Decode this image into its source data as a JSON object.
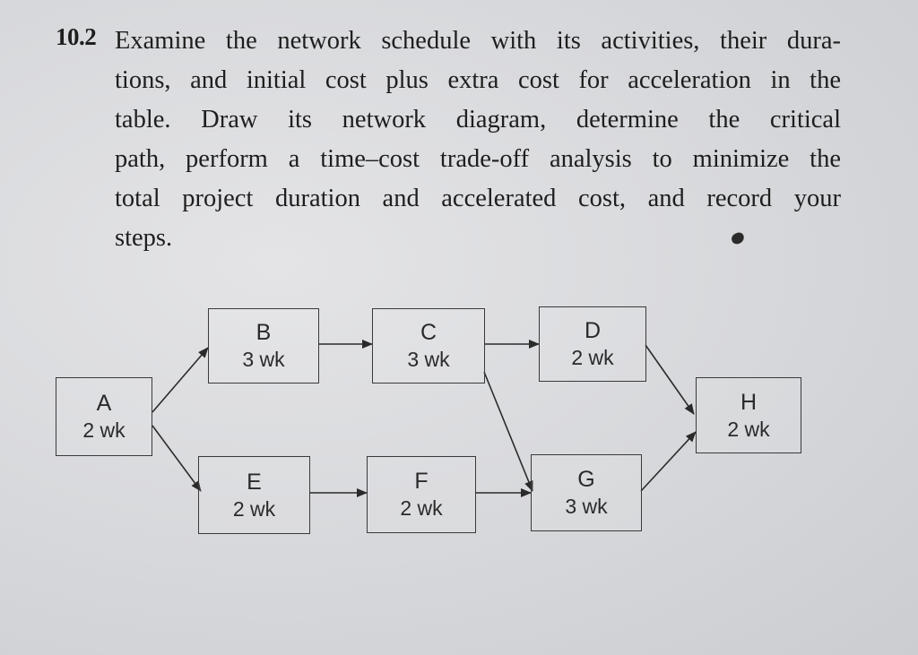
{
  "problem": {
    "number": "10.2",
    "lines": [
      "Examine the network schedule with its activities, their dura-",
      "tions, and initial cost plus extra cost for acceleration in the",
      "table. Draw its network diagram, determine the critical",
      "path, perform a time–cost trade-off analysis to minimize the",
      "total project duration and accelerated cost, and record your",
      "steps."
    ]
  },
  "network": {
    "nodes": {
      "A": {
        "label": "A",
        "duration": "2 wk"
      },
      "B": {
        "label": "B",
        "duration": "3 wk"
      },
      "C": {
        "label": "C",
        "duration": "3 wk"
      },
      "D": {
        "label": "D",
        "duration": "2 wk"
      },
      "E": {
        "label": "E",
        "duration": "2 wk"
      },
      "F": {
        "label": "F",
        "duration": "2 wk"
      },
      "G": {
        "label": "G",
        "duration": "3 wk"
      },
      "H": {
        "label": "H",
        "duration": "2 wk"
      }
    },
    "edges": [
      [
        "A",
        "B"
      ],
      [
        "A",
        "E"
      ],
      [
        "B",
        "C"
      ],
      [
        "C",
        "D"
      ],
      [
        "C",
        "G"
      ],
      [
        "E",
        "F"
      ],
      [
        "F",
        "G"
      ],
      [
        "D",
        "H"
      ],
      [
        "G",
        "H"
      ]
    ]
  }
}
